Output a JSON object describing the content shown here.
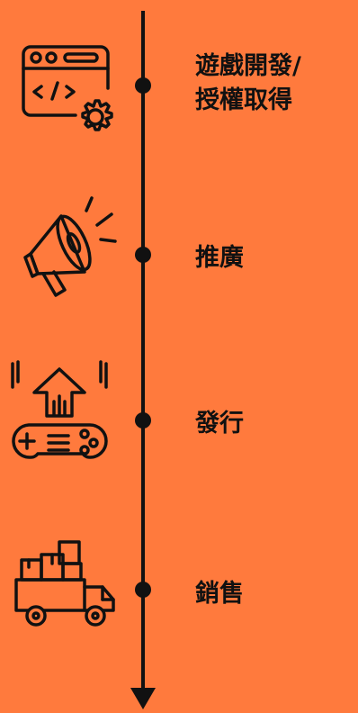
{
  "steps": [
    {
      "label_line1": "遊戲開發/",
      "label_line2": "授權取得",
      "icon": "code-window-gear-icon"
    },
    {
      "label": "推廣",
      "icon": "megaphone-icon"
    },
    {
      "label": "發行",
      "icon": "game-controller-upload-icon"
    },
    {
      "label": "銷售",
      "icon": "delivery-truck-icon"
    }
  ],
  "colors": {
    "background": "#FF7A3D",
    "line": "#111111"
  }
}
